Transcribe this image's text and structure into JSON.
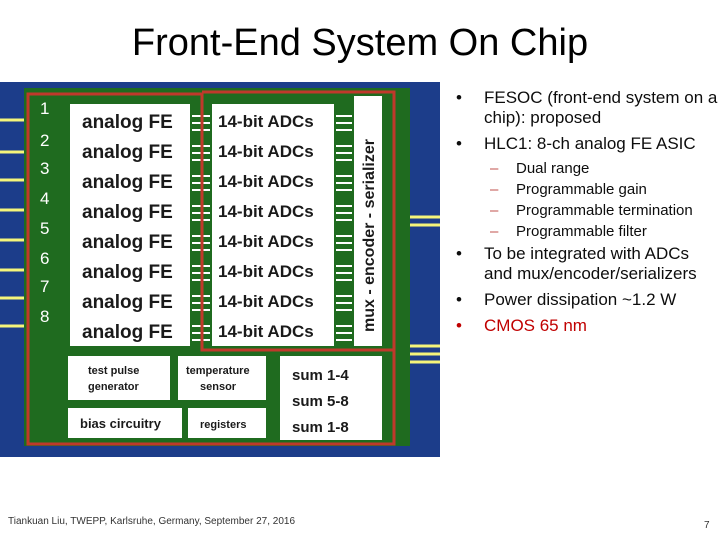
{
  "title": "Front-End System On Chip",
  "diagram": {
    "channels": [
      "1",
      "2",
      "3",
      "4",
      "5",
      "6",
      "7",
      "8"
    ],
    "analog_fe_label": "analog FE",
    "adc_label": "14-bit ADCs",
    "mux_label": "mux - encoder - serializer",
    "test_pulse_label": [
      "test pulse",
      "generator"
    ],
    "temperature_label": [
      "temperature",
      "sensor"
    ],
    "bias_label": "bias circuitry",
    "registers_label": "registers",
    "sums": [
      "sum 1-4",
      "sum 5-8",
      "sum 1-8"
    ],
    "colors": {
      "chip": "#1f6b1f",
      "die": "#1c3d8a",
      "block": "#ffffff",
      "frame": "#c0392b",
      "leads": "#f5f57a"
    }
  },
  "bullets": [
    {
      "text": "FESOC (front-end system on a chip): proposed",
      "children": []
    },
    {
      "text": "HLC1: 8-ch analog FE ASIC",
      "children": [
        "Dual range",
        "Programmable gain",
        "Programmable termination",
        "Programmable filter"
      ]
    },
    {
      "text": "To be integrated with ADCs and mux/encoder/serializers",
      "children": []
    },
    {
      "text": "Power dissipation ~1.2 W",
      "children": []
    },
    {
      "text": "CMOS 65 nm",
      "children": []
    }
  ],
  "footer": "Tiankuan Liu, TWEPP, Karlsruhe, Germany, September 27, 2016",
  "page_number": "7"
}
